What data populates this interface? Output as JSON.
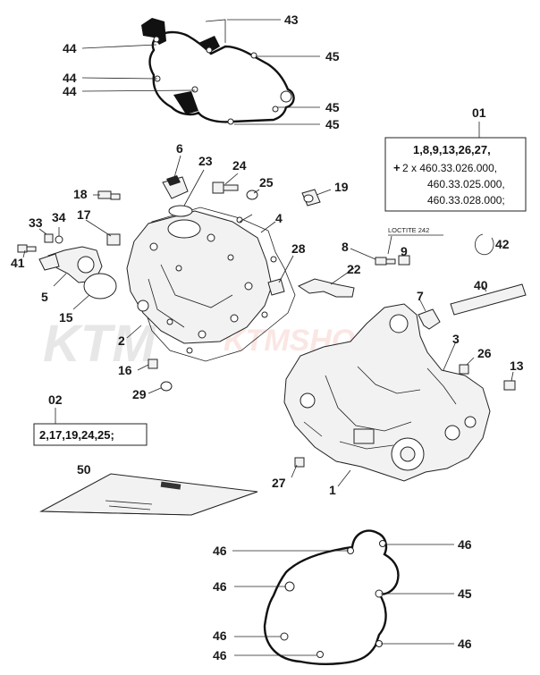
{
  "callouts": {
    "c43": "43",
    "c44a": "44",
    "c45a": "45",
    "c44b": "44",
    "c44c": "44",
    "c45b": "45",
    "c45c": "45",
    "c6": "6",
    "c23": "23",
    "c24": "24",
    "c25": "25",
    "c19": "19",
    "c18": "18",
    "c4": "4",
    "c33": "33",
    "c34": "34",
    "c17": "17",
    "c41": "41",
    "c28": "28",
    "c8": "8",
    "c9": "9",
    "c42": "42",
    "c22": "22",
    "c5": "5",
    "c15": "15",
    "c7": "7",
    "c40": "40",
    "c2": "2",
    "c3": "3",
    "c26": "26",
    "c13": "13",
    "c16": "16",
    "c29": "29",
    "c27": "27",
    "c1": "1",
    "c50": "50",
    "c46a": "46",
    "c46b": "46",
    "c46c": "46",
    "c45d": "45",
    "c46d": "46",
    "c46e": "46",
    "c46f": "46"
  },
  "loctite": "LOCTITE 242",
  "kit01": {
    "number": "01",
    "line1": "1,8,9,13,26,27,",
    "line2_plus": "+",
    "line2": " 2 x 460.33.026.000,",
    "line3": "460.33.025.000,",
    "line4": "460.33.028.000;"
  },
  "kit02": {
    "number": "02",
    "line1": "2,17,19,24,25;"
  },
  "watermark_left": "KTM",
  "watermark_right": "KTMSHOP.PL"
}
